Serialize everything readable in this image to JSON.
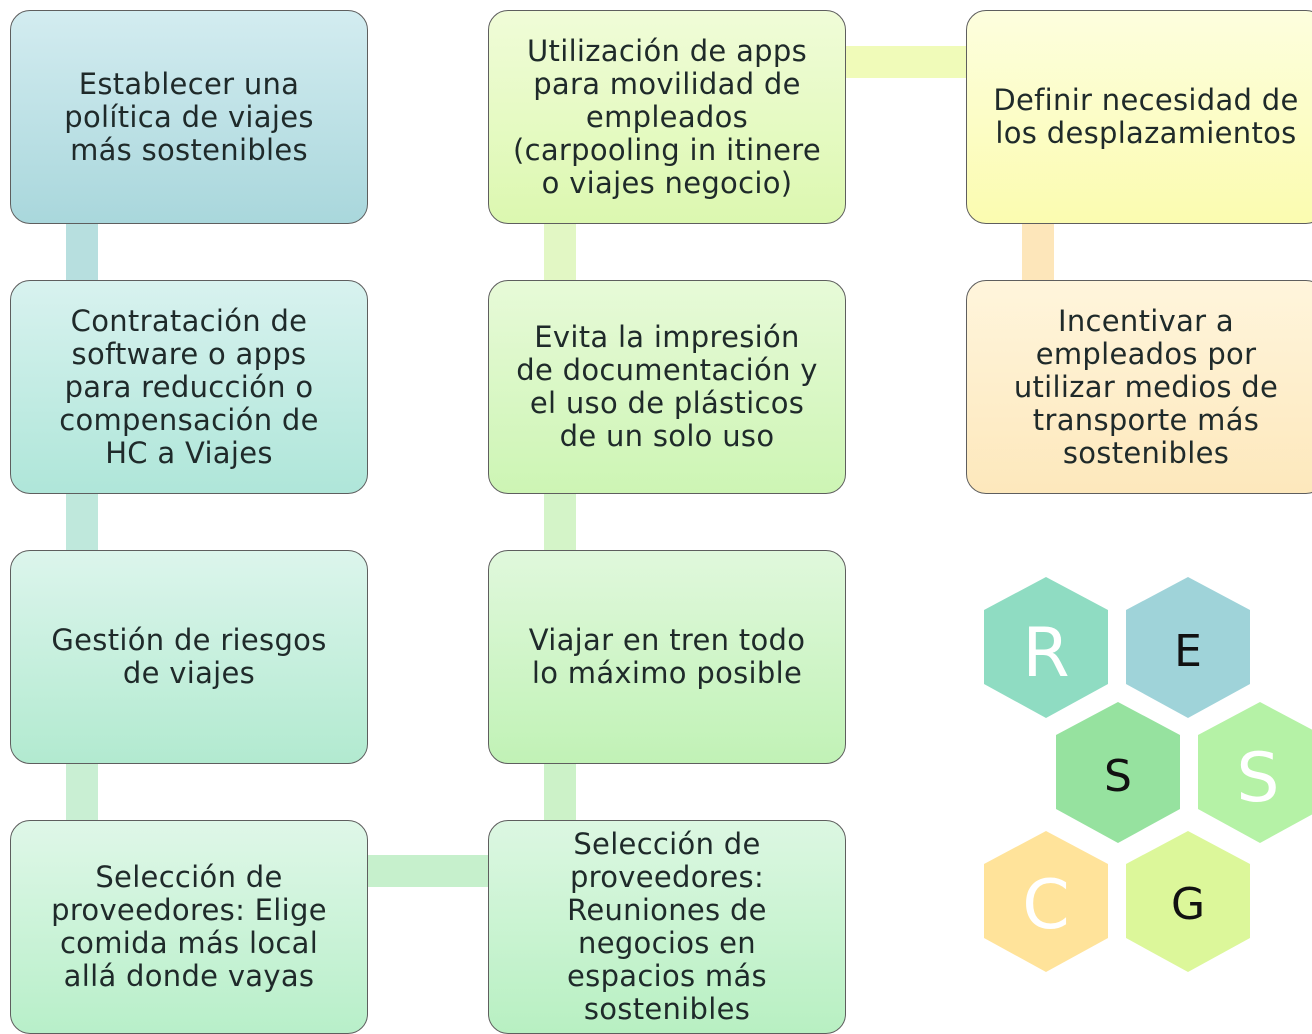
{
  "steps": [
    "Establecer una\npolítica de viajes\nmás sostenibles",
    "Contratación de\nsoftware o apps\npara reducción  o\ncompensación de\nHC a Viajes",
    "Gestión de riesgos\nde viajes",
    "Selección de\nproveedores: Elige\ncomida más local\nallá donde vayas",
    "Selección de\nproveedores:\nReuniones de\nnegocios en\nespacios más\nsostenibles",
    "Viajar en tren todo\nlo máximo posible",
    "Evita la impresión\nde documentación y\nel uso de plásticos\nde un solo uso",
    "Utilización de apps\npara movilidad de\nempleados\n(carpooling in itinere\no viajes negocio)",
    "Definir necesidad de\nlos desplazamientos",
    "Incentivar a\nempleados por\nutilizar medios de\ntransporte más\nsostenibles"
  ],
  "logo": {
    "letters": [
      "R",
      "E",
      "S",
      "S",
      "C",
      "G"
    ],
    "colors": [
      "#8fdcc2",
      "#9fd3d9",
      "#96e29f",
      "#b5f2a6",
      "#ffe39a",
      "#dcf79a"
    ]
  }
}
